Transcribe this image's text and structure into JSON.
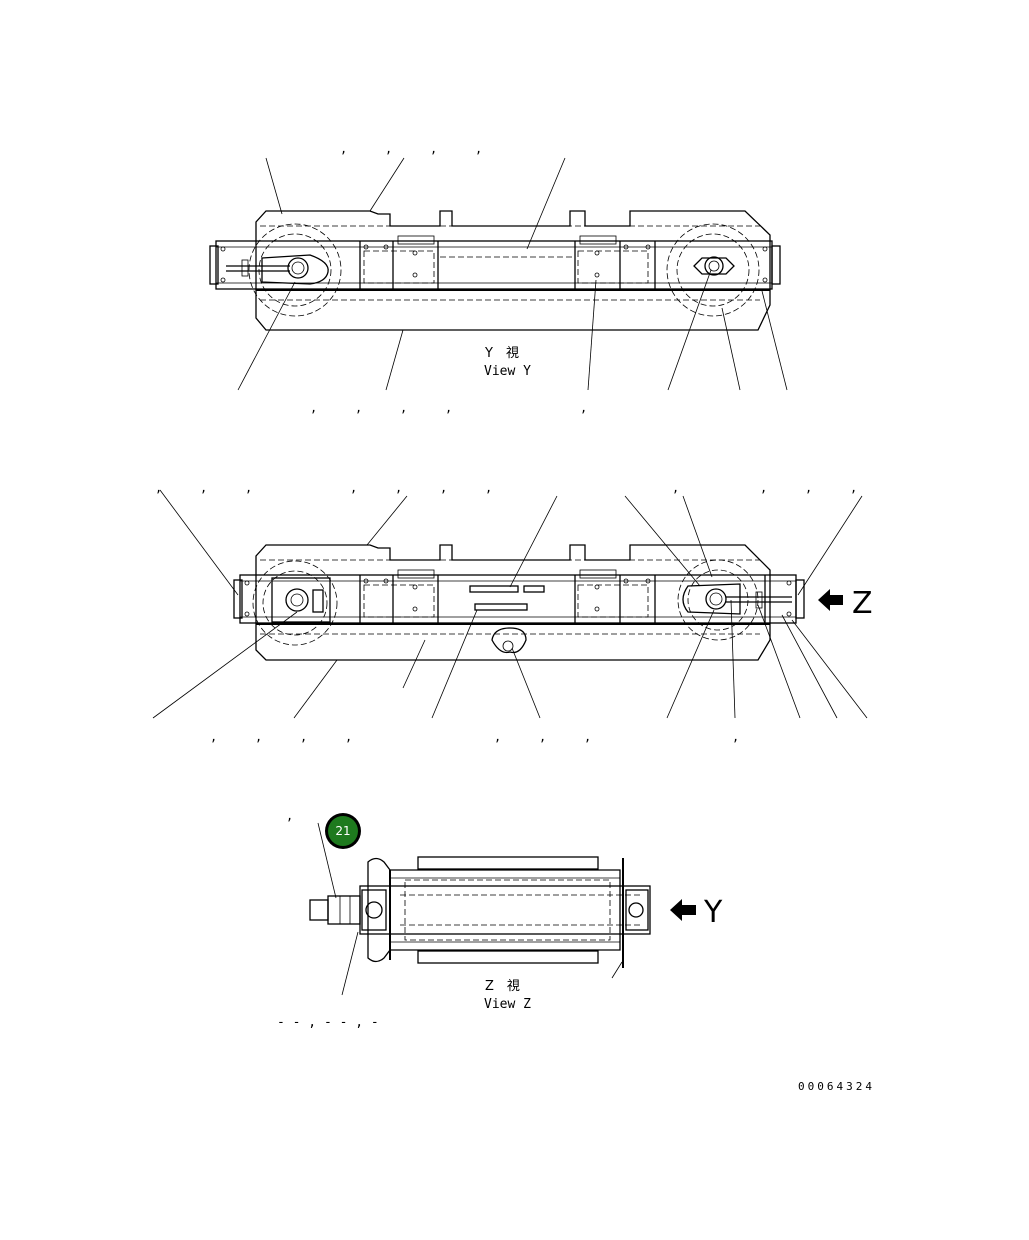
{
  "views": {
    "view_y": {
      "label_jp": "Y　視",
      "label_en": "View Y"
    },
    "view_z": {
      "label_jp": "Z　視",
      "label_en": "View Z"
    }
  },
  "arrows": {
    "z_letter": "Z",
    "y_letter": "Y"
  },
  "badge": {
    "number": "21",
    "color": "#1e7a1e"
  },
  "sheet_code": "- - , - - , -",
  "document_number": "00064324"
}
